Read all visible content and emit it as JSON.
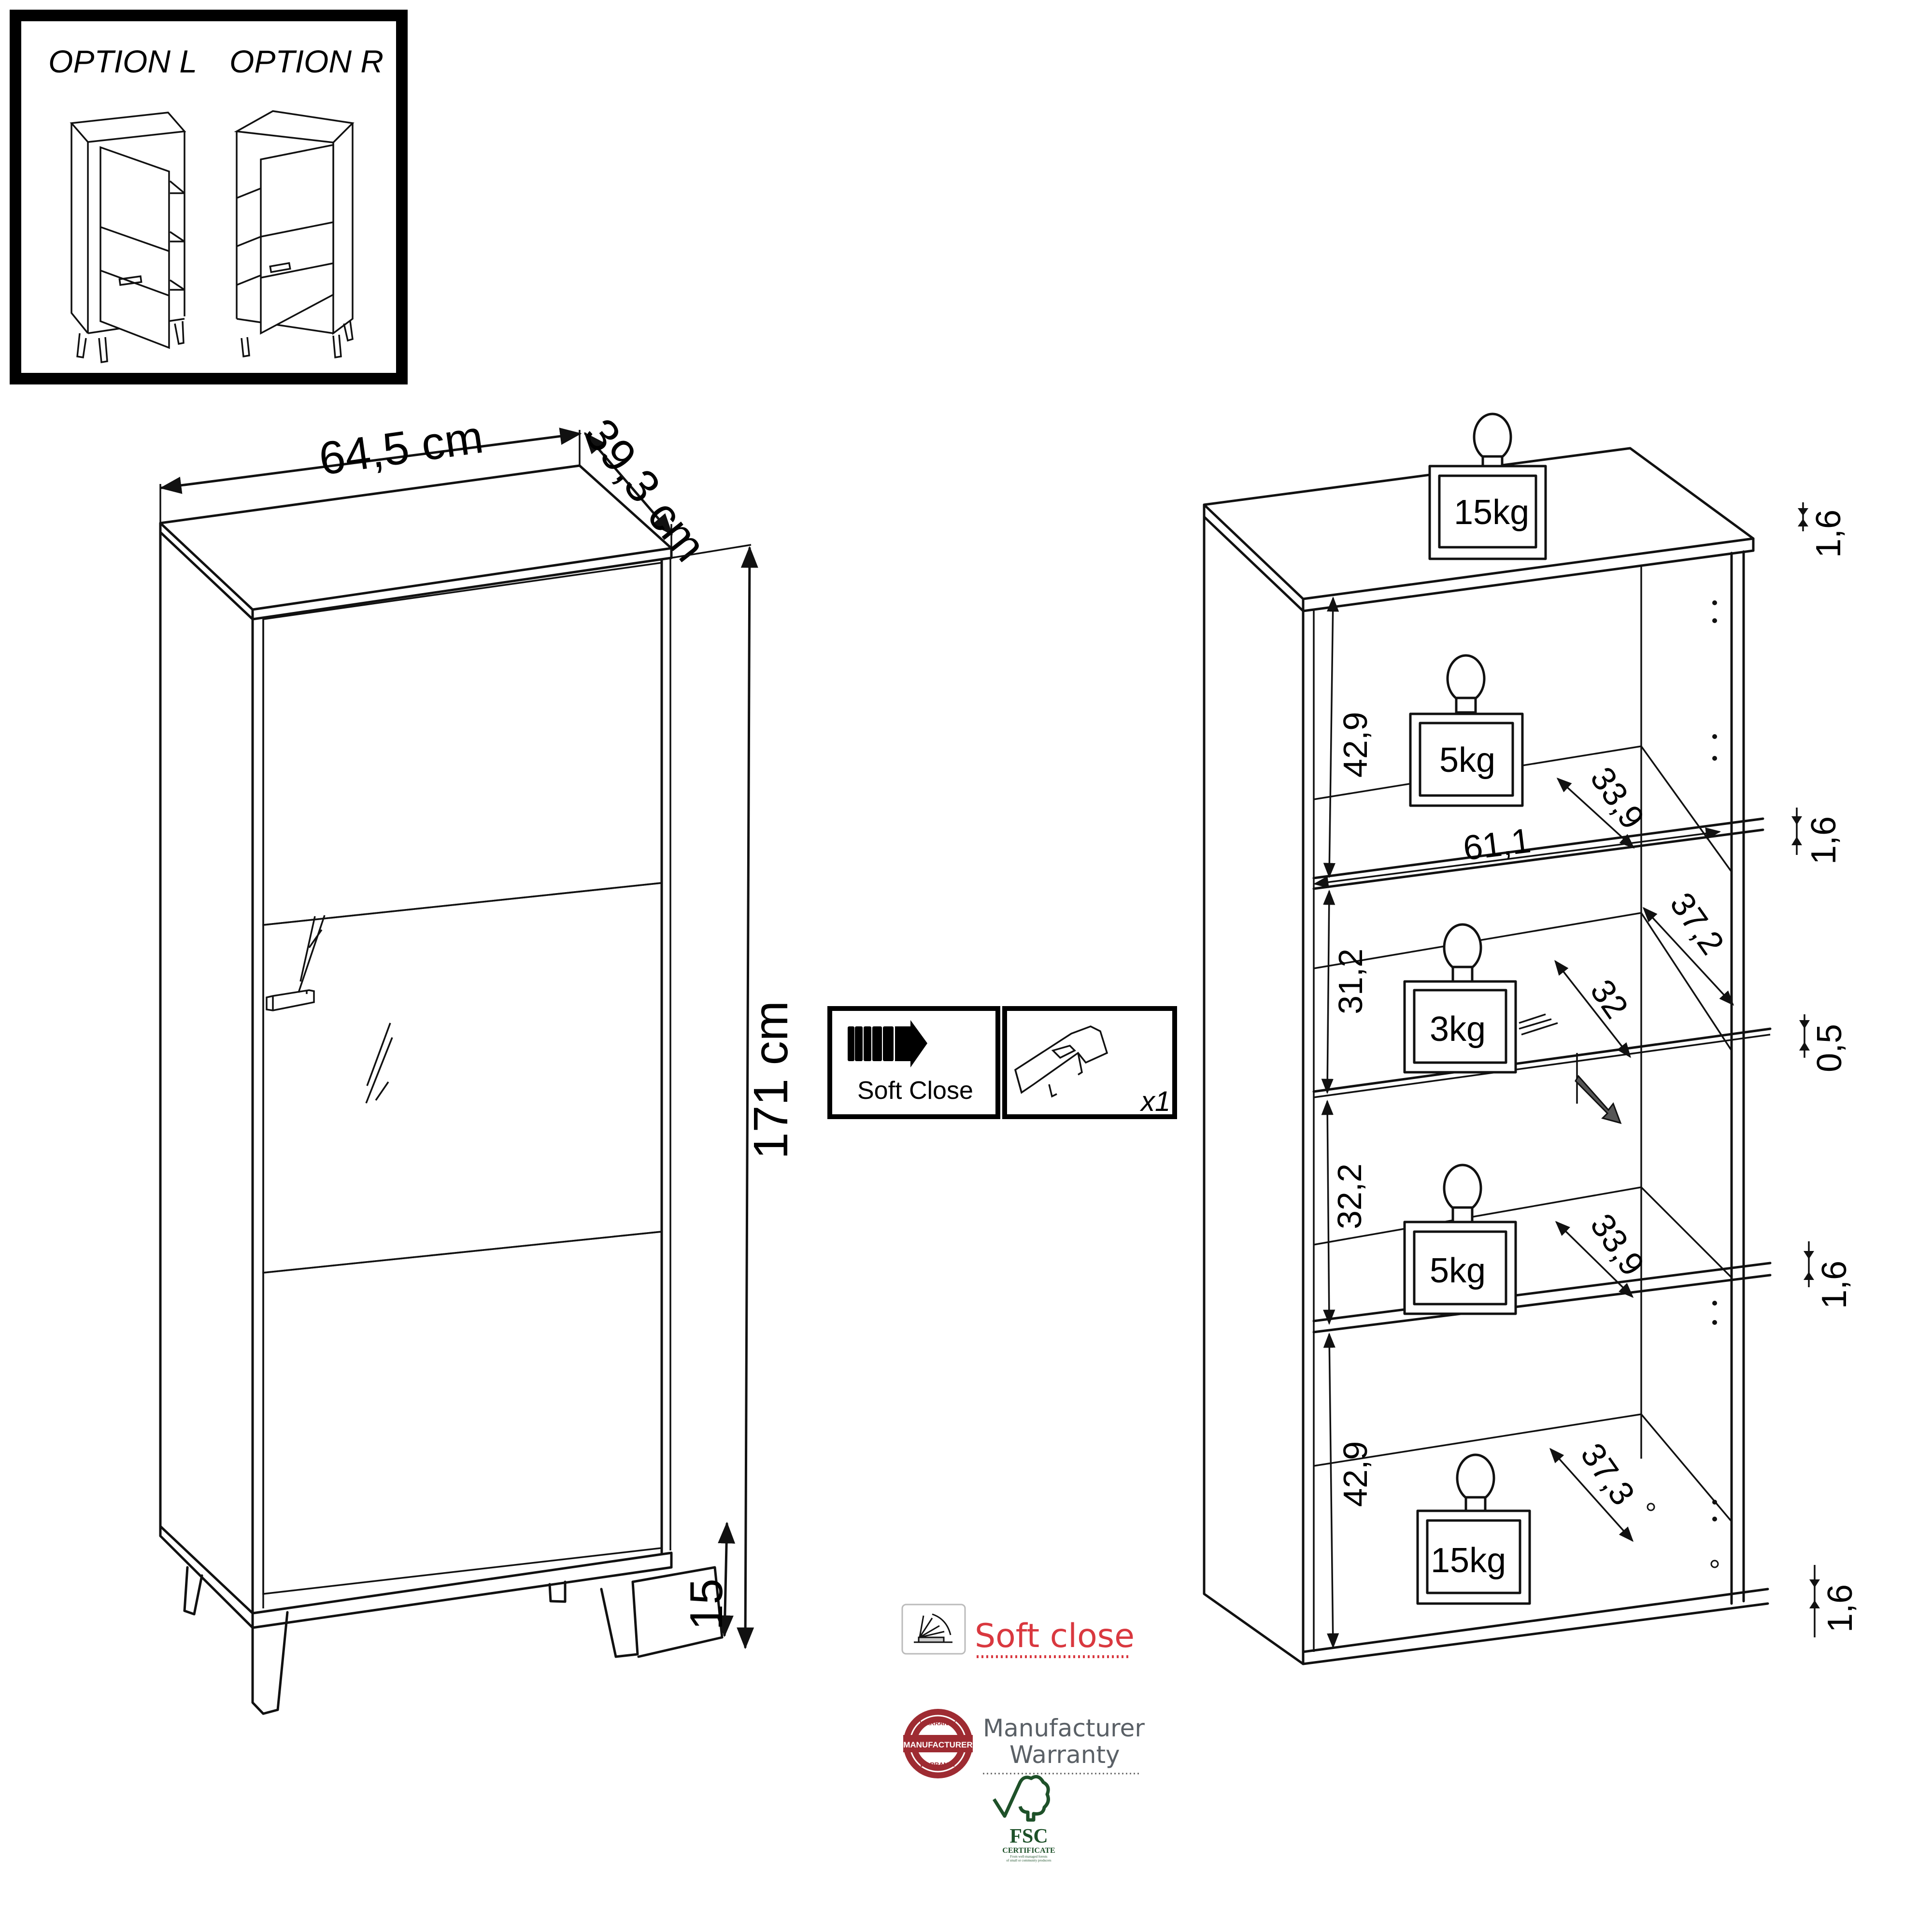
{
  "options": {
    "left_label": "OPTION L",
    "right_label": "OPTION R"
  },
  "front_view": {
    "width_label": "64,5 cm",
    "depth_label": "39,3 cm",
    "height_label": "171 cm",
    "leg_height_label": "15"
  },
  "soft_close_box": {
    "label": "Soft Close",
    "hinge_quantity": "x1"
  },
  "interior_view": {
    "top_load": "15kg",
    "compartments": [
      {
        "height": "42,9",
        "load": "5kg",
        "depth": "33,9",
        "width": "61,1"
      },
      {
        "height": "31,2",
        "load": "3kg",
        "depth": "32",
        "back_depth": "37,2"
      },
      {
        "height": "32,2",
        "load": "5kg",
        "depth": "33,9"
      },
      {
        "height": "42,9",
        "load": "15kg",
        "depth": "37,3"
      }
    ],
    "thickness_labels": [
      "1,6",
      "1,6",
      "0,5",
      "1,6",
      "1,6"
    ]
  },
  "badges": {
    "soft_close": "Soft close",
    "warranty_seal_top": "WARRANTY",
    "warranty_seal_band": "MANUFACTURER",
    "warranty_seal_bottom": "WARRANTY",
    "warranty_line1": "Manufacturer",
    "warranty_line2": "Warranty",
    "fsc_title": "FSC",
    "fsc_subtitle": "CERTIFICATE",
    "fsc_note_line1": "From well-managed forests",
    "fsc_note_line2": "of small or community producers"
  },
  "colors": {
    "soft_close_red": "#d9383f",
    "warranty_red": "#9e2b32",
    "warranty_grey": "#5a6066",
    "fsc_green": "#1e5129"
  }
}
